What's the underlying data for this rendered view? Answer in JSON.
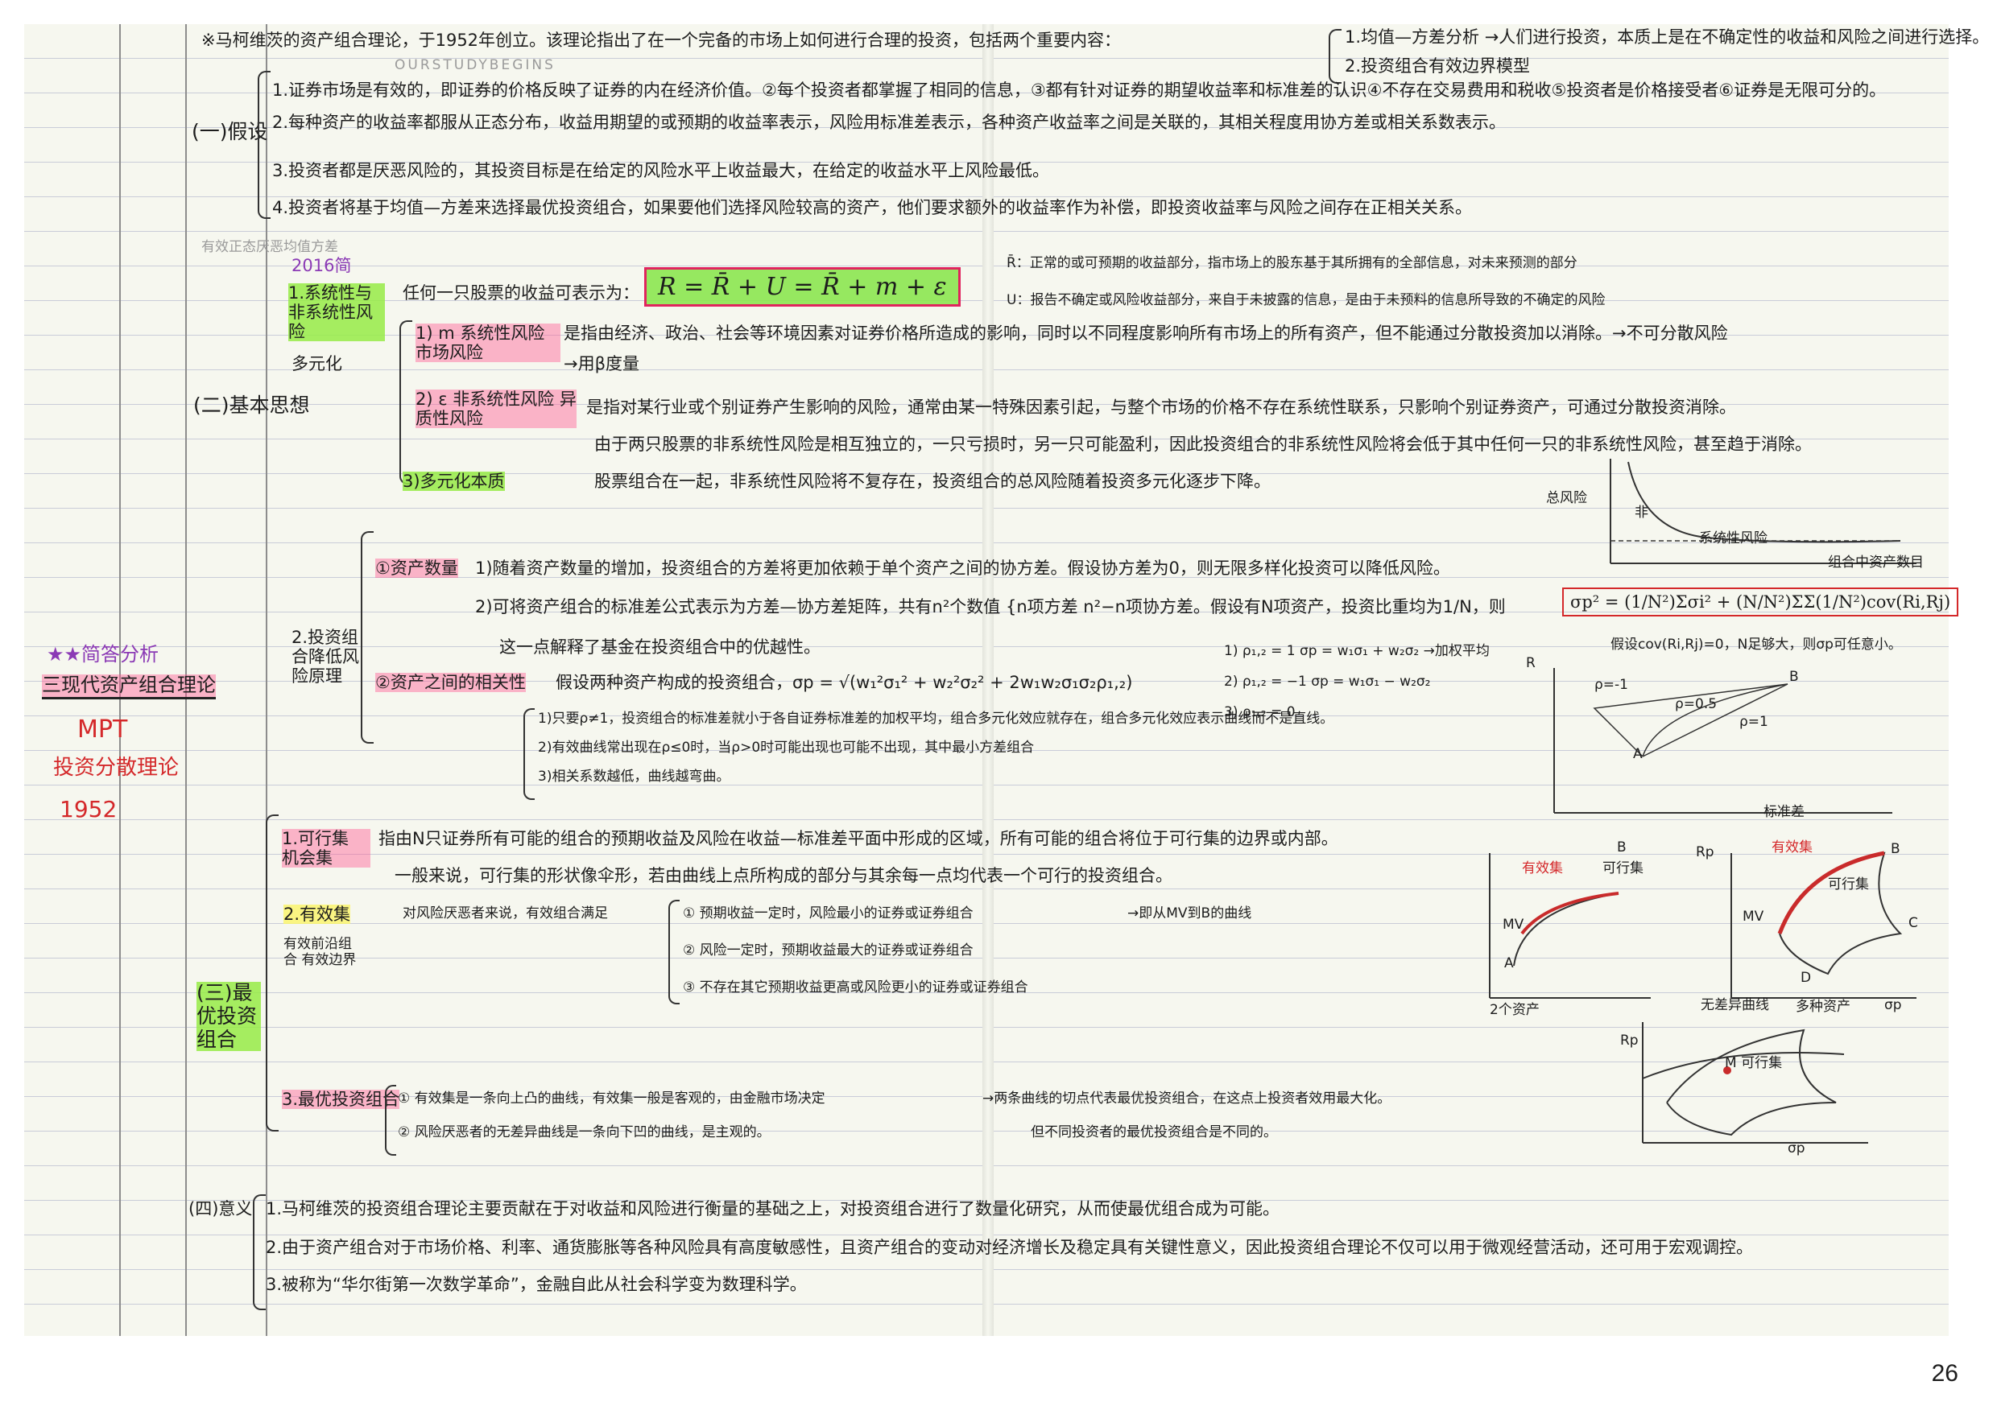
{
  "page_number": "26",
  "watermark": "OURSTUDYBEGINS",
  "intro": {
    "line": "※马柯维茨的资产组合理论，于1952年创立。该理论指出了在一个完备的市场上如何进行合理的投资，包括两个重要内容：",
    "items": [
      "1.均值—方差分析 →人们进行投资，本质上是在不确定性的收益和风险之间进行选择。",
      "2.投资组合有效边界模型"
    ]
  },
  "side_title": {
    "stars": "★★简答分析",
    "name": "三现代资产组合理论",
    "mpt": "MPT",
    "alt": "投资分散理论",
    "year": "1952"
  },
  "assumptions": {
    "label": "(一)假设",
    "items": [
      "1.证券市场是有效的，即证券的价格反映了证券的内在经济价值。②每个投资者都掌握了相同的信息，③都有针对证券的期望收益率和标准差的认识④不存在交易费用和税收⑤投资者是价格接受者⑥证券是无限可分的。",
      "2.每种资产的收益率都服从正态分布，收益用期望的或预期的收益率表示，风险用标准差表示，各种资产收益率之间是关联的，其相关程度用协方差或相关系数表示。",
      "3.投资者都是厌恶风险的，其投资目标是在给定的风险水平上收益最大，在给定的收益水平上风险最低。",
      "4.投资者将基于均值—方差来选择最优投资组合，如果要他们选择风险较高的资产，他们要求额外的收益率作为补偿，即投资收益率与风险之间存在正相关关系。"
    ]
  },
  "faded_note": "有效正态厌恶均值方差",
  "basic_idea": {
    "label": "(二)基本思想",
    "year_note": "2016简",
    "systematic_label": "1.系统性与非系统性风险",
    "diversify": "多元化",
    "intro": "任何一只股票的收益可表示为：",
    "formula": "R = R̄ + U = R̄ + m + ε",
    "r_bar_note": "R̄：正常的或可预期的收益部分，指市场上的股东基于其所拥有的全部信息，对未来预测的部分",
    "u_note": "U：报告不确定或风险收益部分，来自于未披露的信息，是由于未预料的信息所导致的不确定的风险",
    "m_label": "1) m 系统性风险 市场风险",
    "m_text": "是指由经济、政治、社会等环境因素对证券价格所造成的影响，同时以不同程度影响所有市场上的所有资产，但不能通过分散投资加以消除。→不可分散风险",
    "m_measure": "→用β度量",
    "e_label": "2) ε 非系统性风险 异质性风险",
    "e_text": "是指对某行业或个别证券产生影响的风险，通常由某一特殊因素引起，与整个市场的价格不存在系统性联系，只影响个别证券资产，可通过分散投资消除。",
    "div_label": "3)多元化本质",
    "div_text1": "由于两只股票的非系统性风险是相互独立的，一只亏损时，另一只可能盈利，因此投资组合的非系统性风险将会低于其中任何一只的非系统性风险，甚至趋于消除。",
    "div_text2": "股票组合在一起，非系统性风险将不复存在，投资组合的总风险随着投资多元化逐步下降。",
    "chart_labels": {
      "y": "总风险",
      "nonsys": "非",
      "sys": "系统性风险",
      "x": "组合中资产数目"
    }
  },
  "risk_reduction": {
    "label": "2.投资组合降低风险原理",
    "qty_label": "①资产数量",
    "qty_text1": "1)随着资产数量的增加，投资组合的方差将更加依赖于单个资产之间的协方差。假设协方差为0，则无限多样化投资可以降低风险。",
    "qty_text2": "2)可将资产组合的标准差公式表示为方差—协方差矩阵，共有n²个数值 {n项方差 n²−n项协方差。假设有N项资产，投资比重均为1/N，则",
    "qty_formula": "σp² = (1/N²)Σσi² + (N/N²)ΣΣ(1/N²)cov(Ri,Rj)",
    "qty_text3": "这一点解释了基金在投资组合中的优越性。",
    "qty_note": "假设cov(Ri,Rj)=0，N足够大，则σp可任意小。",
    "corr_label": "②资产之间的相关性",
    "corr_text": "假设两种资产构成的投资组合，σp = √(w₁²σ₁² + w₂²σ₂² + 2w₁w₂σ₁σ₂ρ₁,₂)",
    "rho_cases": [
      "1) ρ₁,₂ = 1   σp = w₁σ₁ + w₂σ₂ →加权平均",
      "2) ρ₁,₂ = −1   σp = w₁σ₁ − w₂σ₂",
      "3) ρ₁,₂ = 0"
    ],
    "corr_points": [
      "1)只要ρ≠1，投资组合的标准差就小于各自证券标准差的加权平均，组合多元化效应就存在，组合多元化效应表示曲线而不是直线。",
      "2)有效曲线常出现在ρ≤0时，当ρ>0时可能出现也可能不出现，其中最小方差组合",
      "3)相关系数越低，曲线越弯曲。"
    ],
    "chart_labels": {
      "y": "R",
      "x": "标准差",
      "a": "A",
      "b": "B",
      "rhos": [
        "ρ=-1",
        "ρ=0.5",
        "ρ=1"
      ]
    }
  },
  "optimal": {
    "label": "(三)最优投资组合",
    "feasible_label": "1.可行集 机会集",
    "feasible_text1": "指由N只证券所有可能的组合的预期收益及风险在收益—标准差平面中形成的区域，所有可能的组合将位于可行集的边界或内部。",
    "feasible_text2": "一般来说，可行集的形状像伞形，若由曲线上点所构成的部分与其余每一点均代表一个可行的投资组合。",
    "efficient_label": "2.有效集",
    "efficient_sub": "有效前沿组合 有效边界",
    "efficient_intro": "对风险厌恶者来说，有效组合满足",
    "efficient_items": [
      "① 预期收益一定时，风险最小的证券或证券组合",
      "② 风险一定时，预期收益最大的证券或证券组合",
      "③ 不存在其它预期收益更高或风险更小的证券或证券组合"
    ],
    "efficient_result": "→即从MV到B的曲线",
    "best_label": "3.最优投资组合",
    "best_items": [
      "① 有效集是一条向上凸的曲线，有效集一般是客观的，由金融市场决定",
      "② 风险厌恶者的无差异曲线是一条向下凹的曲线，是主观的。"
    ],
    "best_result1": "→两条曲线的切点代表最优投资组合，在这点上投资者效用最大化。",
    "best_result2": "但不同投资者的最优投资组合是不同的。",
    "chart_labels": {
      "rp": "Rp",
      "sp": "σp",
      "eff": "有效集",
      "feas": "可行集",
      "mv": "MV",
      "b": "B",
      "a": "A",
      "c": "C",
      "d": "D",
      "two": "2个资产",
      "many": "多种资产",
      "indiff": "无差异曲线",
      "m": "M 可行集"
    }
  },
  "significance": {
    "label": "(四)意义",
    "items": [
      "1.马柯维茨的投资组合理论主要贡献在于对收益和风险进行衡量的基础之上，对投资组合进行了数量化研究，从而使最优组合成为可能。",
      "2.由于资产组合对于市场价格、利率、通货膨胀等各种风险具有高度敏感性，且资产组合的变动对经济增长及稳定具有关键性意义，因此投资组合理论不仅可以用于微观经营活动，还可用于宏观调控。",
      "3.被称为“华尔街第一次数学革命”，金融自此从社会科学变为数理科学。"
    ]
  }
}
